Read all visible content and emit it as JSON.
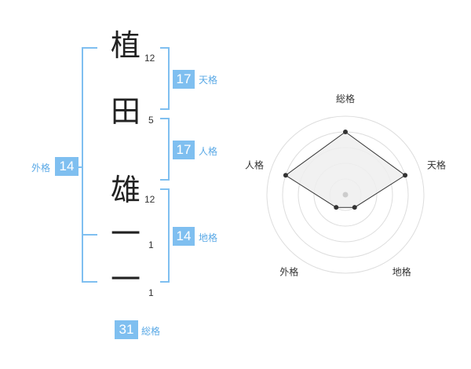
{
  "name_chars": [
    {
      "char": "植",
      "strokes": "12"
    },
    {
      "char": "田",
      "strokes": "5"
    },
    {
      "char": "雄",
      "strokes": "12"
    },
    {
      "char": "一",
      "strokes": "1"
    },
    {
      "char": "一",
      "strokes": "1"
    }
  ],
  "fortunes": {
    "tenkaku": {
      "value": "17",
      "label": "天格"
    },
    "jinkaku": {
      "value": "17",
      "label": "人格"
    },
    "chikaku": {
      "value": "14",
      "label": "地格"
    },
    "gaikaku": {
      "value": "14",
      "label": "外格"
    },
    "soukaku": {
      "value": "31",
      "label": "総格"
    }
  },
  "chart_data": {
    "type": "radar",
    "axes": [
      "総格",
      "天格",
      "地格",
      "外格",
      "人格"
    ],
    "values": [
      4,
      4,
      1,
      1,
      4
    ],
    "max": 5,
    "rings": 5,
    "colors": {
      "fill": "#eeeeee",
      "line": "#333333",
      "grid": "#dddddd",
      "center": "#cccccc"
    }
  }
}
